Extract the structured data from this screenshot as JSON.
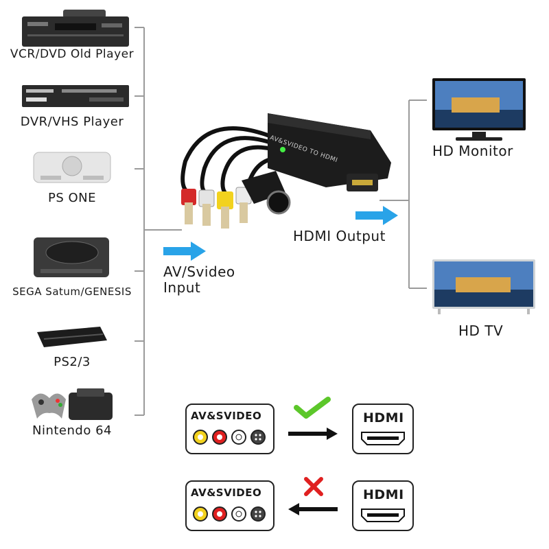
{
  "sources": [
    {
      "label": "VCR/DVD Old Player",
      "icon": "vcr-icon"
    },
    {
      "label": "DVR/VHS Player",
      "icon": "vhs-player-icon"
    },
    {
      "label": "PS ONE",
      "icon": "ps-one-console-icon"
    },
    {
      "label": "SEGA Satum/GENESIS",
      "icon": "sega-console-icon"
    },
    {
      "label": "PS2/3",
      "icon": "ps2-console-icon"
    },
    {
      "label": "Nintendo 64",
      "icon": "n64-console-icon"
    }
  ],
  "input_label_line1": "AV/Svideo",
  "input_label_line2": "Input",
  "output_label": "HDMI Output",
  "converter_text": "AV&SVIDEO TO HDMI",
  "displays": [
    {
      "label": "HD Monitor",
      "icon": "monitor-icon"
    },
    {
      "label": "HD TV",
      "icon": "tv-icon"
    }
  ],
  "legend": {
    "av_box_label": "AV&SVIDEO",
    "hdmi_box_label": "HDMI",
    "supported_mark": "check-icon",
    "unsupported_mark": "cross-icon"
  },
  "colors": {
    "accent_arrow": "#29a3e8",
    "check": "#5cc72a",
    "cross": "#e02020"
  }
}
